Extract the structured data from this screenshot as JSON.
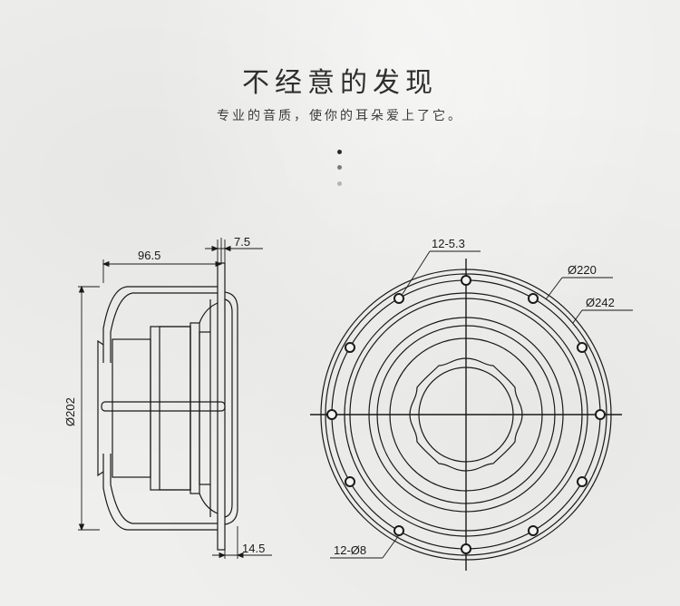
{
  "header": {
    "title": "不经意的发现",
    "subtitle": "专业的音质，使你的耳朵爱上了它。"
  },
  "dimensions": {
    "depth": "96.5",
    "flange_thickness": "7.5",
    "outer_diameter_side": "Ø202",
    "mount_depth": "14.5",
    "hole_spec": "12-5.3",
    "bolt_circle": "Ø220",
    "outer_diameter": "Ø242",
    "hole_diameter": "12-Ø8"
  },
  "colors": {
    "line": "#1a1a1a",
    "background": "#efefed"
  }
}
